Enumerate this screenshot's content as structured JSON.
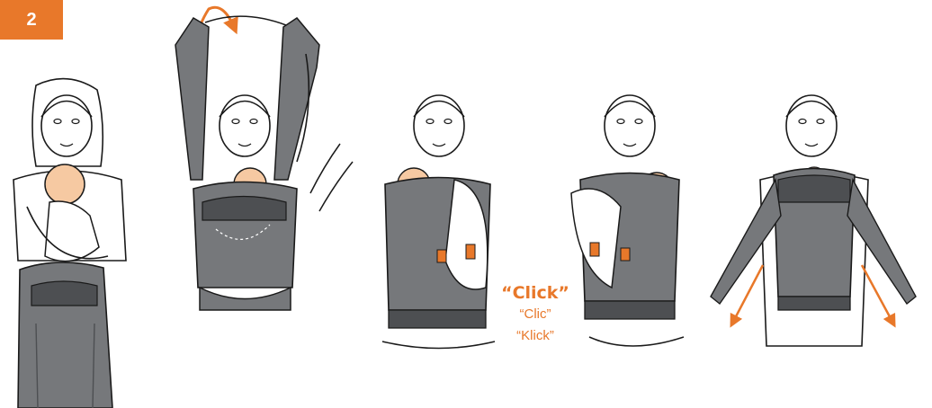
{
  "step": {
    "number": "2"
  },
  "sound_text": {
    "primary": "“Click”",
    "french": "“Clic”",
    "german": "“Klick”"
  },
  "colors": {
    "accent": "#E8782A",
    "carrier": "#76787B",
    "carrier_dark": "#4D4F52",
    "outline": "#1A1A1A",
    "skin": "#F6C9A2",
    "white": "#FFFFFF"
  },
  "icons": [
    "raise-straps-arrow",
    "swing-motion-lines",
    "buckle-icon",
    "down-arrow-left",
    "down-arrow-right"
  ]
}
